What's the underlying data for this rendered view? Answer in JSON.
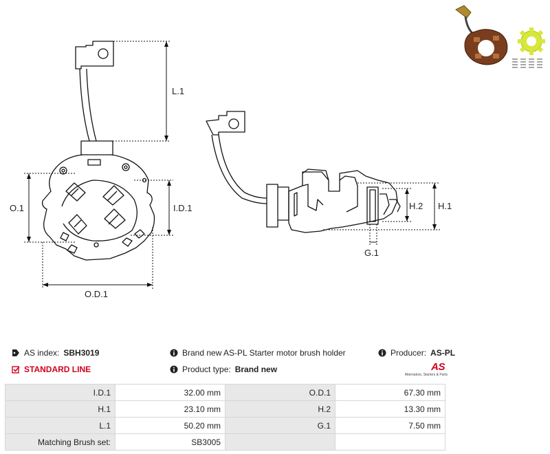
{
  "dimensions": {
    "l1": "L.1",
    "o1": "O.1",
    "id1": "I.D.1",
    "od1": "O.D.1",
    "h1": "H.1",
    "h2": "H.2",
    "g1": "G.1"
  },
  "info": {
    "as_index_label": "AS index:",
    "as_index_value": "SBH3019",
    "line_label": "STANDARD LINE",
    "description": "Brand new AS-PL Starter motor brush holder",
    "product_type_label": "Product type:",
    "product_type_value": "Brand new",
    "producer_label": "Producer:",
    "producer_value": "AS-PL"
  },
  "logo": {
    "mark": "AS",
    "tagline": "Alternators, Starters & Parts",
    "color": "#d0021b"
  },
  "specs": [
    {
      "k1": "I.D.1",
      "v1": "32.00 mm",
      "k2": "O.D.1",
      "v2": "67.30 mm"
    },
    {
      "k1": "H.1",
      "v1": "23.10 mm",
      "k2": "H.2",
      "v2": "13.30 mm"
    },
    {
      "k1": "L.1",
      "v1": "50.20 mm",
      "k2": "G.1",
      "v2": "7.50 mm"
    },
    {
      "k1": "Matching Brush set:",
      "v1": "SB3005",
      "k2": "",
      "v2": ""
    }
  ]
}
